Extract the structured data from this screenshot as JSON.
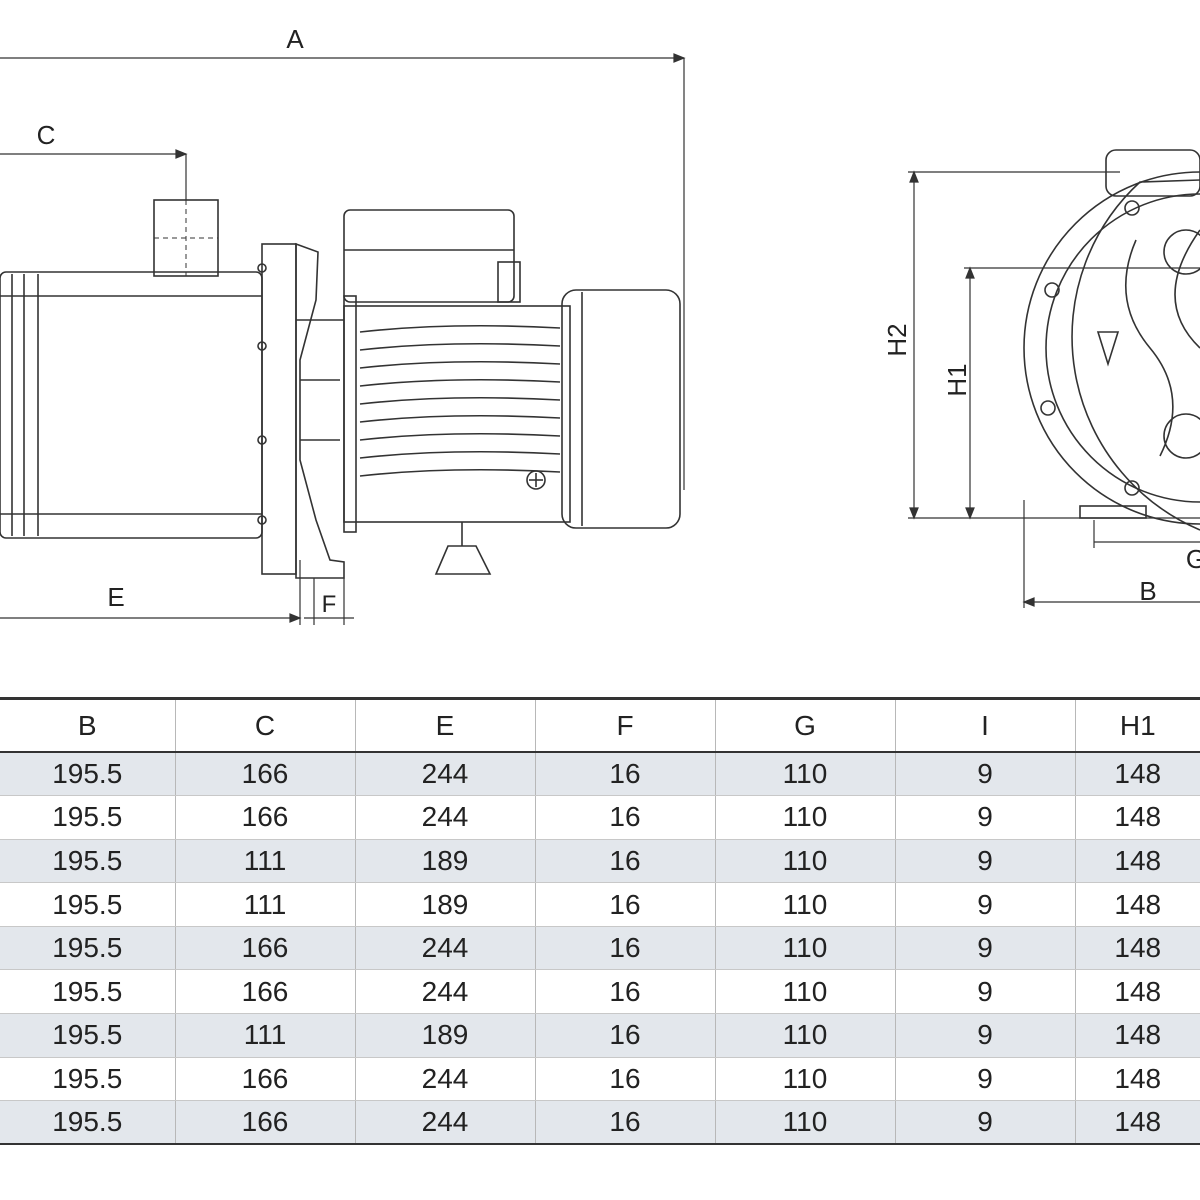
{
  "drawing": {
    "dimension_labels": {
      "A": "A",
      "C": "C",
      "E": "E",
      "F": "F",
      "H2": "H2",
      "H1": "H1",
      "G": "G",
      "B": "B"
    }
  },
  "table": {
    "columns": [
      "B",
      "C",
      "E",
      "F",
      "G",
      "I",
      "H1"
    ],
    "rows": [
      [
        "195.5",
        "166",
        "244",
        "16",
        "110",
        "9",
        "148"
      ],
      [
        "195.5",
        "166",
        "244",
        "16",
        "110",
        "9",
        "148"
      ],
      [
        "195.5",
        "111",
        "189",
        "16",
        "110",
        "9",
        "148"
      ],
      [
        "195.5",
        "111",
        "189",
        "16",
        "110",
        "9",
        "148"
      ],
      [
        "195.5",
        "166",
        "244",
        "16",
        "110",
        "9",
        "148"
      ],
      [
        "195.5",
        "166",
        "244",
        "16",
        "110",
        "9",
        "148"
      ],
      [
        "195.5",
        "111",
        "189",
        "16",
        "110",
        "9",
        "148"
      ],
      [
        "195.5",
        "166",
        "244",
        "16",
        "110",
        "9",
        "148"
      ],
      [
        "195.5",
        "166",
        "244",
        "16",
        "110",
        "9",
        "148"
      ]
    ]
  },
  "colors": {
    "stripe": "#e3e7ec",
    "line": "#333333"
  }
}
